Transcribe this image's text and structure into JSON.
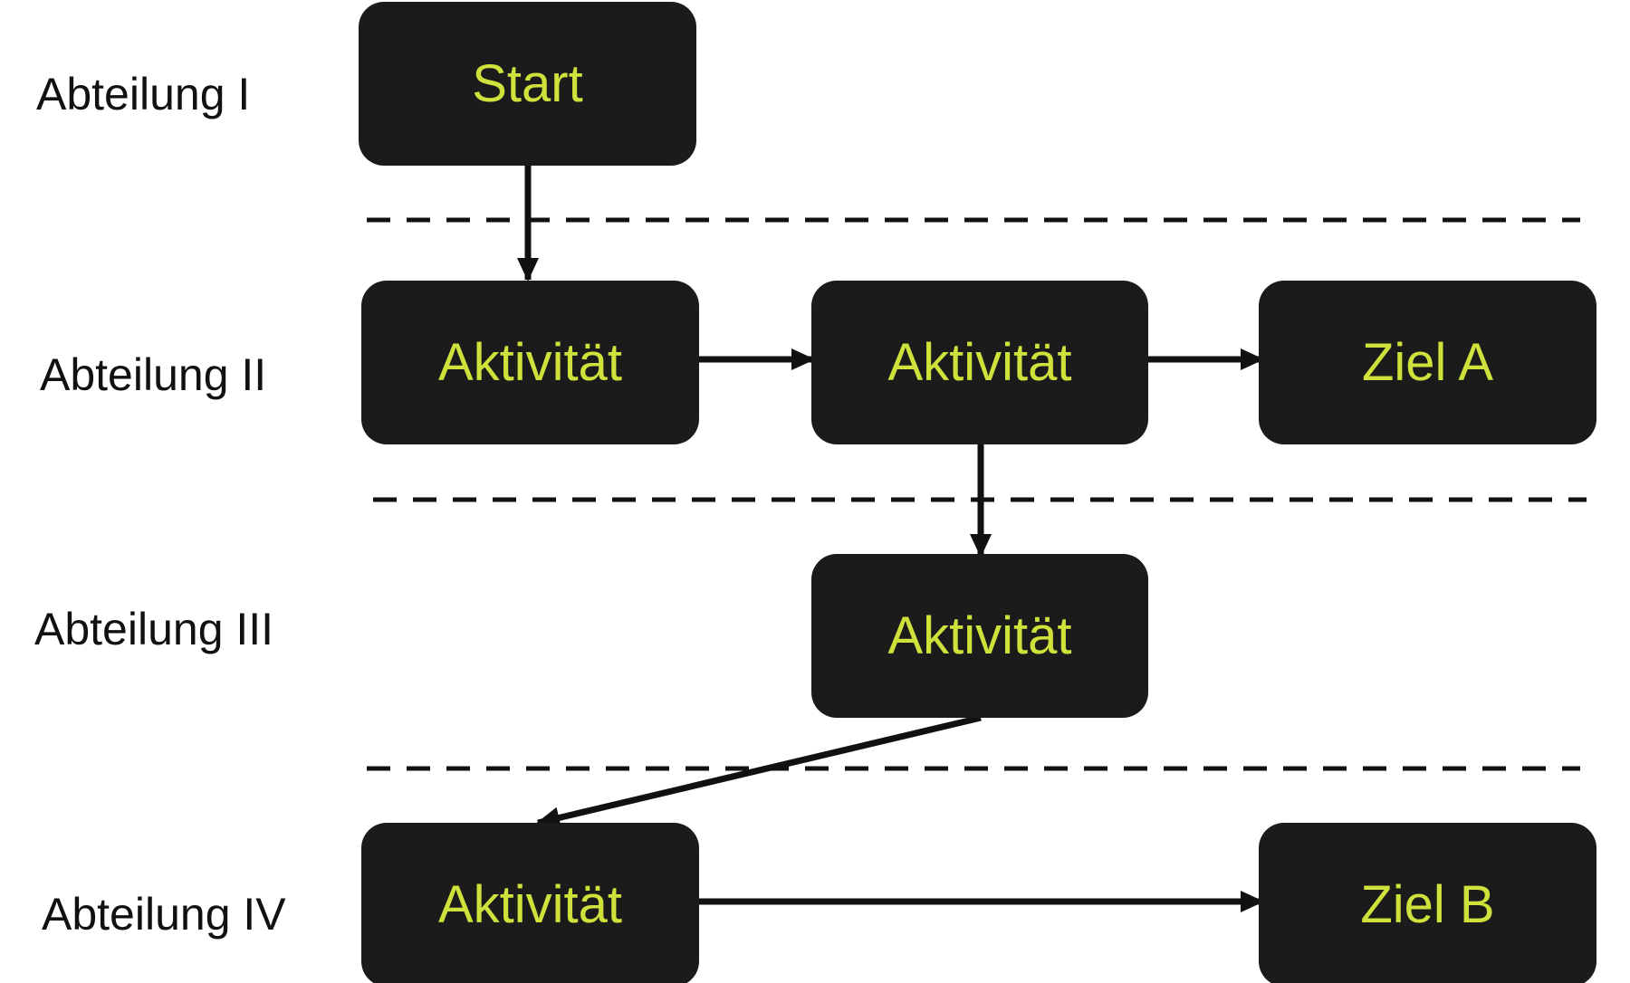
{
  "colors": {
    "background": "#ffffff",
    "node_fill": "#1b1b1b",
    "node_text": "#cfe23b",
    "line": "#111111",
    "lane_text": "#111111"
  },
  "lanes": [
    {
      "id": "lane-1",
      "label": "Abteilung I"
    },
    {
      "id": "lane-2",
      "label": "Abteilung II"
    },
    {
      "id": "lane-3",
      "label": "Abteilung III"
    },
    {
      "id": "lane-4",
      "label": "Abteilung IV"
    }
  ],
  "nodes": [
    {
      "id": "start",
      "label": "Start",
      "lane": "lane-1"
    },
    {
      "id": "act-2a",
      "label": "Aktivität",
      "lane": "lane-2"
    },
    {
      "id": "act-2b",
      "label": "Aktivität",
      "lane": "lane-2"
    },
    {
      "id": "ziel-a",
      "label": "Ziel A",
      "lane": "lane-2"
    },
    {
      "id": "act-3",
      "label": "Aktivität",
      "lane": "lane-3"
    },
    {
      "id": "act-4",
      "label": "Aktivität",
      "lane": "lane-4"
    },
    {
      "id": "ziel-b",
      "label": "Ziel B",
      "lane": "lane-4"
    }
  ],
  "edges": [
    {
      "from": "start",
      "to": "act-2a"
    },
    {
      "from": "act-2a",
      "to": "act-2b"
    },
    {
      "from": "act-2b",
      "to": "ziel-a"
    },
    {
      "from": "act-2b",
      "to": "act-3"
    },
    {
      "from": "act-3",
      "to": "act-4"
    },
    {
      "from": "act-4",
      "to": "ziel-b"
    }
  ]
}
